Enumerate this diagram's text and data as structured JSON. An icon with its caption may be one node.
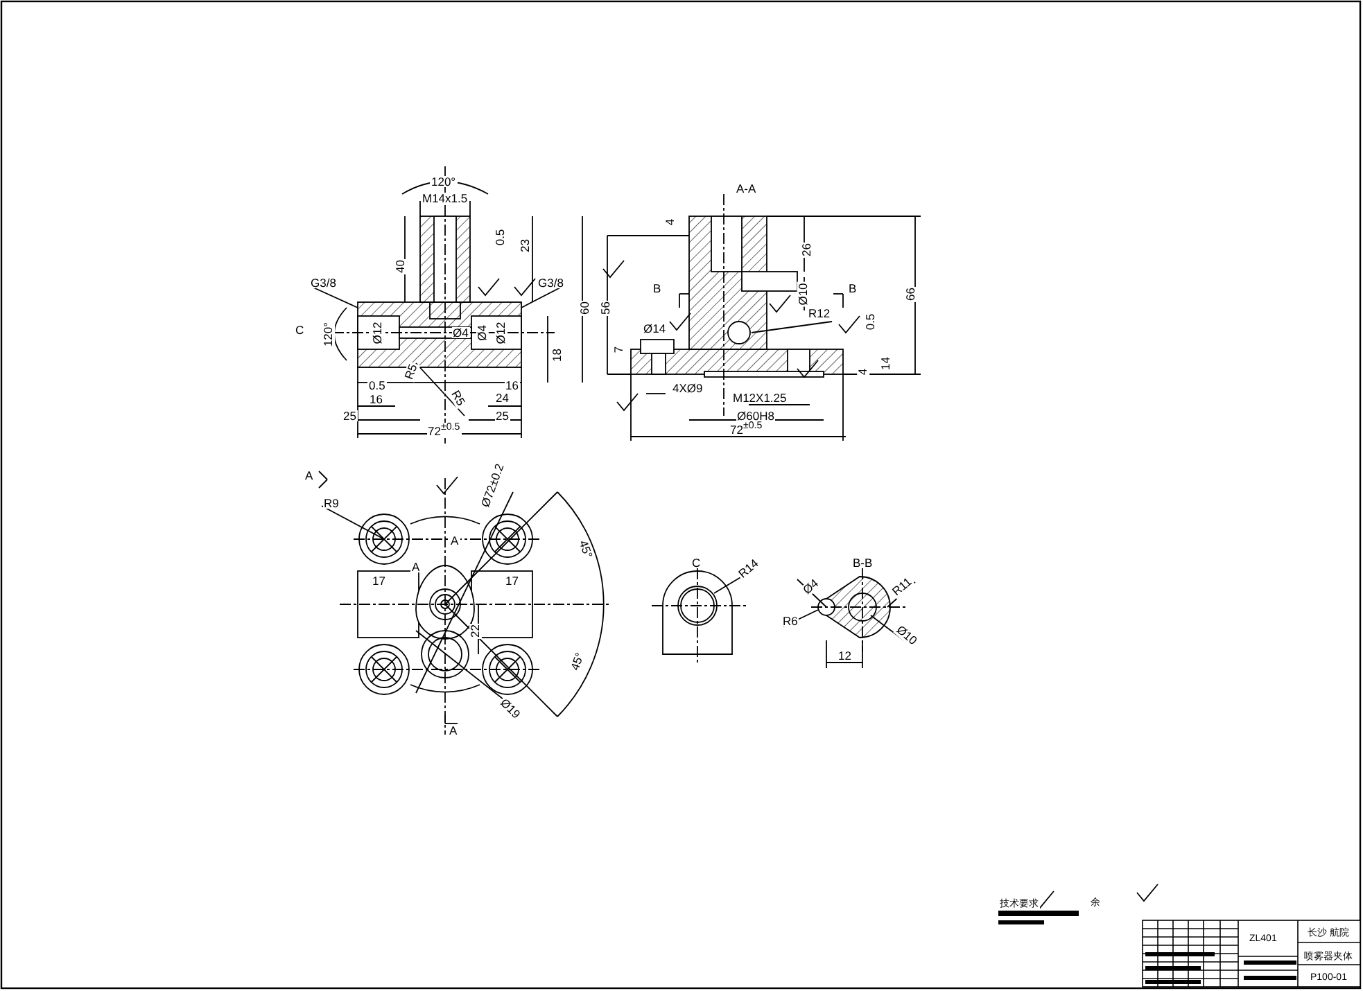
{
  "diagram": {
    "labels": [
      "120°",
      "M14x1.5",
      "0.5",
      "23",
      "40",
      "G3/8",
      "G3/8",
      "C",
      "120°",
      "Ø12",
      "Ø4",
      "Ø4",
      "Ø12",
      "18",
      "0.5",
      "16",
      "16",
      "24",
      "25",
      "25",
      "72$^{±0.5}$",
      "R5",
      "R5",
      "60",
      "A-A",
      "4",
      "56",
      "26",
      "B",
      "B",
      "Ø10",
      "R12",
      "0.5",
      "Ø14",
      "7",
      "14",
      "4",
      "4XØ9",
      "M12X1.25",
      "Ø60H8",
      "72$^{±0.5}$",
      "66",
      "A",
      "R9",
      "A",
      "Ø72±0.2",
      "A",
      "17",
      "17",
      "22",
      "45°",
      "45°",
      "Ø19",
      "A",
      "C",
      "R14",
      "B-B",
      "Ø4",
      "R11",
      "R6",
      "Ø10",
      "12",
      "技术要求",
      "余",
      "ZL401",
      "长沙 航院",
      "喷雾器夹体",
      "P100-01"
    ]
  }
}
